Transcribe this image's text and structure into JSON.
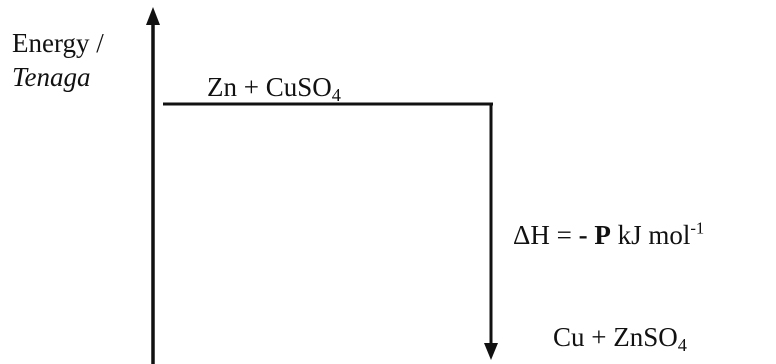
{
  "axis": {
    "label_line1": "Energy /",
    "label_line2": "Tenaga"
  },
  "reactants": {
    "main": "Zn + CuSO",
    "subscript": "4"
  },
  "products": {
    "main": "Cu + ZnSO",
    "subscript": "4"
  },
  "enthalpy": {
    "prefix": "ΔH = ",
    "sign": "- P",
    "unit": " kJ mol",
    "exponent": "-1"
  },
  "colors": {
    "line": "#111111",
    "background": "#ffffff"
  }
}
